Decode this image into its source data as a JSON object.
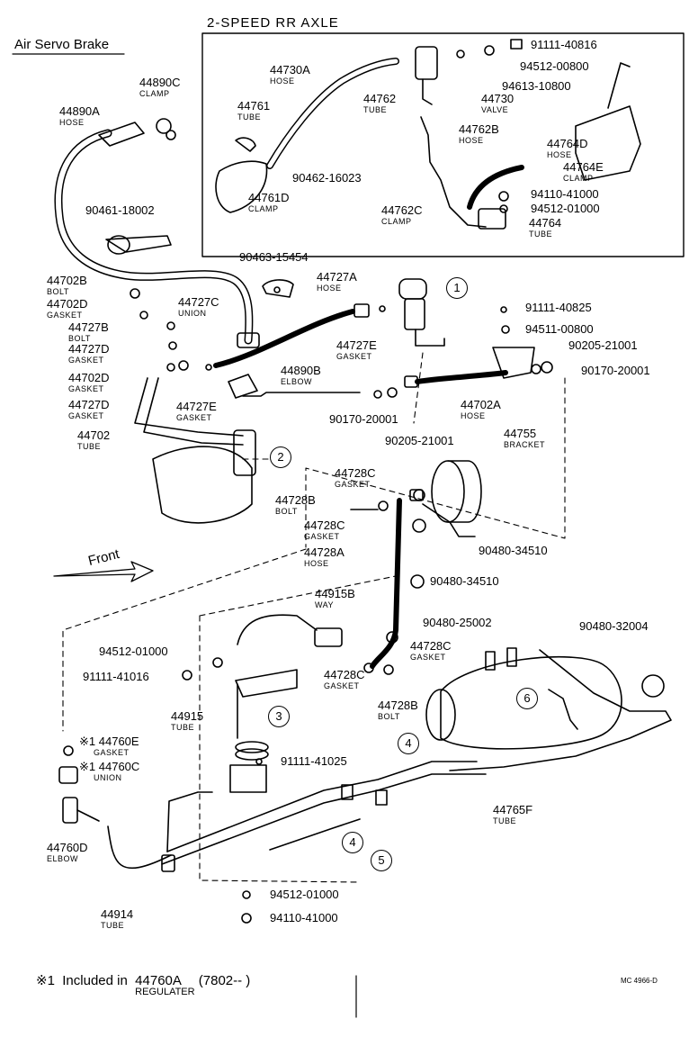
{
  "title": "Air Servo Brake",
  "inset_title": "2-SPEED RR AXLE",
  "front": "Front",
  "footnote": {
    "mark": "※1",
    "text": "Included in",
    "part": "44760A",
    "desc": "REGULATER",
    "range": "(7802--        )"
  },
  "code": "MC 4966-D",
  "parts": [
    {
      "no": "44890A",
      "name": "HOSE"
    },
    {
      "no": "44890C",
      "name": "CLAMP"
    },
    {
      "no": "90461-18002",
      "name": ""
    },
    {
      "no": "44730A",
      "name": "HOSE"
    },
    {
      "no": "44761",
      "name": "TUBE"
    },
    {
      "no": "44761D",
      "name": "CLAMP"
    },
    {
      "no": "90462-16023",
      "name": ""
    },
    {
      "no": "44762",
      "name": "TUBE"
    },
    {
      "no": "44730",
      "name": "VALVE"
    },
    {
      "no": "91111-40816",
      "name": ""
    },
    {
      "no": "94512-00800",
      "name": ""
    },
    {
      "no": "94613-10800",
      "name": ""
    },
    {
      "no": "44762B",
      "name": "HOSE"
    },
    {
      "no": "44764D",
      "name": "HOSE"
    },
    {
      "no": "44764E",
      "name": "CLAMP"
    },
    {
      "no": "94110-41000",
      "name": ""
    },
    {
      "no": "94512-01000",
      "name": ""
    },
    {
      "no": "44764",
      "name": "TUBE"
    },
    {
      "no": "44762C",
      "name": "CLAMP"
    },
    {
      "no": "90463-15454",
      "name": ""
    },
    {
      "no": "44702B",
      "name": "BOLT"
    },
    {
      "no": "44702D",
      "name": "GASKET"
    },
    {
      "no": "44727C",
      "name": "UNION"
    },
    {
      "no": "44727A",
      "name": "HOSE"
    },
    {
      "no": "44727B",
      "name": "BOLT"
    },
    {
      "no": "44727D",
      "name": "GASKET"
    },
    {
      "no": "44727E",
      "name": "GASKET"
    },
    {
      "no": "44890B",
      "name": "ELBOW"
    },
    {
      "no": "44702D",
      "name": "GASKET"
    },
    {
      "no": "44727D",
      "name": "GASKET"
    },
    {
      "no": "44727E",
      "name": "GASKET"
    },
    {
      "no": "44702",
      "name": "TUBE"
    },
    {
      "no": "91111-40825",
      "name": ""
    },
    {
      "no": "94511-00800",
      "name": ""
    },
    {
      "no": "90205-21001",
      "name": ""
    },
    {
      "no": "90170-20001",
      "name": ""
    },
    {
      "no": "44702A",
      "name": "HOSE"
    },
    {
      "no": "44755",
      "name": "BRACKET"
    },
    {
      "no": "90170-20001",
      "name": ""
    },
    {
      "no": "90205-21001",
      "name": ""
    },
    {
      "no": "44728C",
      "name": "GASKET"
    },
    {
      "no": "44728B",
      "name": "BOLT"
    },
    {
      "no": "44728C",
      "name": "GASKET"
    },
    {
      "no": "44728A",
      "name": "HOSE"
    },
    {
      "no": "90480-34510",
      "name": ""
    },
    {
      "no": "90480-34510",
      "name": ""
    },
    {
      "no": "44915B",
      "name": "WAY"
    },
    {
      "no": "90480-25002",
      "name": ""
    },
    {
      "no": "90480-32004",
      "name": ""
    },
    {
      "no": "94512-01000",
      "name": ""
    },
    {
      "no": "91111-41016",
      "name": ""
    },
    {
      "no": "44728C",
      "name": "GASKET"
    },
    {
      "no": "44728C",
      "name": "GASKET"
    },
    {
      "no": "44728B",
      "name": "BOLT"
    },
    {
      "no": "44915",
      "name": "TUBE"
    },
    {
      "no": "44760E",
      "name": "GASKET"
    },
    {
      "no": "44760C",
      "name": "UNION"
    },
    {
      "no": "91111-41025",
      "name": ""
    },
    {
      "no": "44760D",
      "name": "ELBOW"
    },
    {
      "no": "44765F",
      "name": "TUBE"
    },
    {
      "no": "44914",
      "name": "TUBE"
    },
    {
      "no": "94512-01000",
      "name": ""
    },
    {
      "no": "94110-41000",
      "name": ""
    }
  ],
  "callouts": [
    "1",
    "2",
    "3",
    "4",
    "4",
    "5",
    "6"
  ],
  "star": "※1"
}
